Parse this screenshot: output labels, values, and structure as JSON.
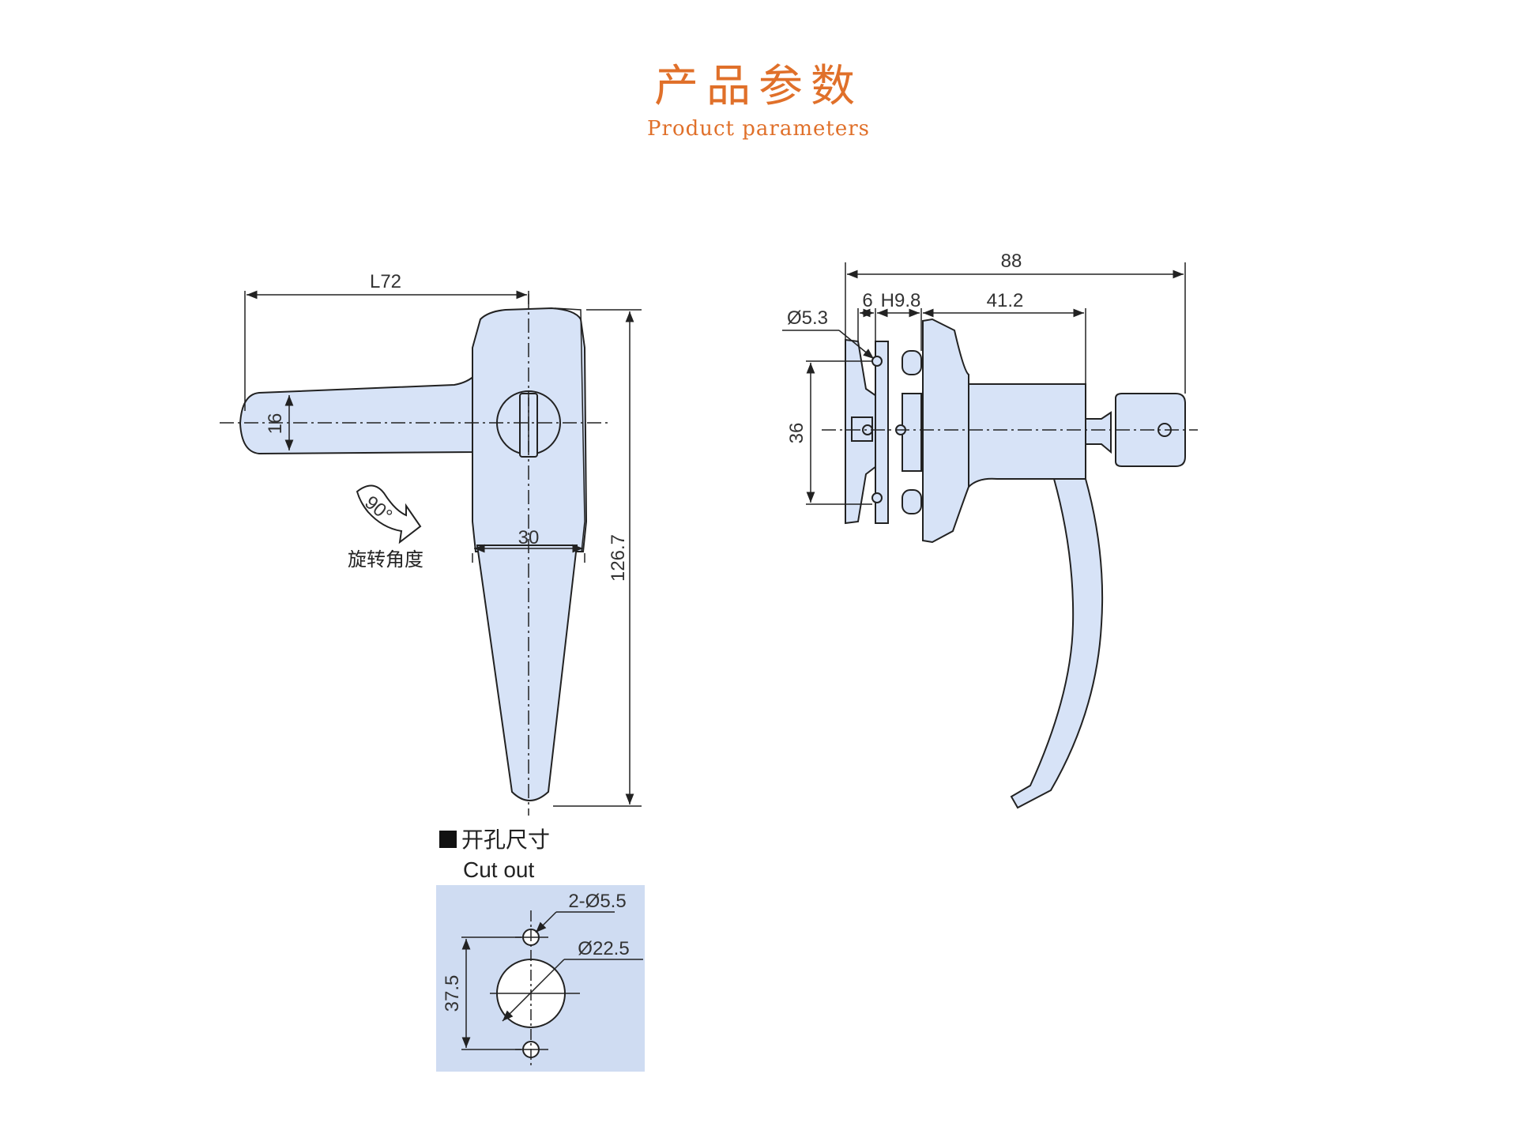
{
  "header": {
    "title": "产品参数",
    "subtitle": "Product parameters"
  },
  "front_view": {
    "dim_length": "L72",
    "dim_grip": "16",
    "dim_body_width": "30",
    "dim_height": "126.7",
    "rotation_angle": "90°",
    "rotation_label": "旋转角度"
  },
  "side_view": {
    "dim_total": "88",
    "dim_hole": "Ø5.3",
    "dim_a": "6",
    "dim_b": "H9.8",
    "dim_c": "41.2",
    "dim_height": "36"
  },
  "cutout": {
    "title_cn": "开孔尺寸",
    "title_en": "Cut out",
    "dim_holes": "2-Ø5.5",
    "dim_main_hole": "Ø22.5",
    "dim_spacing": "37.5"
  },
  "colors": {
    "accent": "#e0702a",
    "part_fill": "#d7e3f7",
    "cutout_bg": "#cfdcf2"
  }
}
